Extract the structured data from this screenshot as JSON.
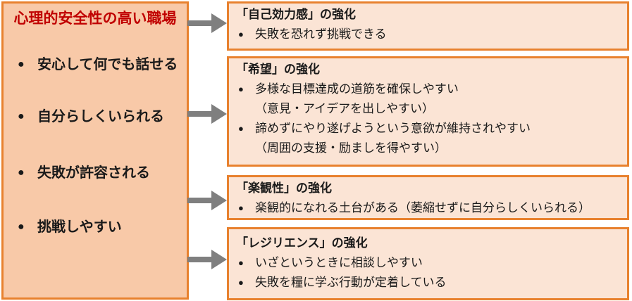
{
  "diagram": {
    "left_panel": {
      "title": "心理的安全性の高い職場",
      "bullets": [
        "安心して何でも話せる",
        "自分らしくいられる",
        "失敗が許容される",
        "挑戦しやすい"
      ]
    },
    "right_boxes": [
      {
        "title": "「自己効力感」の強化",
        "lines": [
          {
            "bullet": true,
            "text": "失敗を恐れず挑戦できる"
          }
        ]
      },
      {
        "title": "「希望」の強化",
        "lines": [
          {
            "bullet": true,
            "text": "多様な目標達成の道筋を確保しやすい"
          },
          {
            "bullet": false,
            "text": "（意見・アイデアを出しやすい）"
          },
          {
            "bullet": true,
            "text": "諦めずにやり遂げようという意欲が維持されやすい"
          },
          {
            "bullet": false,
            "text": "（周囲の支援・励ましを得やすい）"
          }
        ]
      },
      {
        "title": "「楽観性」の強化",
        "lines": [
          {
            "bullet": true,
            "text": "楽観的になれる土台がある（萎縮せずに自分らしくいられる）"
          }
        ]
      },
      {
        "title": "「レジリエンス」の強化",
        "lines": [
          {
            "bullet": true,
            "text": "いざというときに相談しやすい"
          },
          {
            "bullet": true,
            "text": "失敗を糧に学ぶ行動が定着している"
          }
        ]
      }
    ],
    "icons": {
      "bullet": "●",
      "arrow": "arrow-right"
    },
    "colors": {
      "panel_fill": "#F8C9A8",
      "box_fill": "#FBE4D5",
      "border_orange": "#E8812E",
      "title_red": "#C00000",
      "arrow_gray": "#7F7F7F",
      "text": "#1A1A1A"
    }
  }
}
